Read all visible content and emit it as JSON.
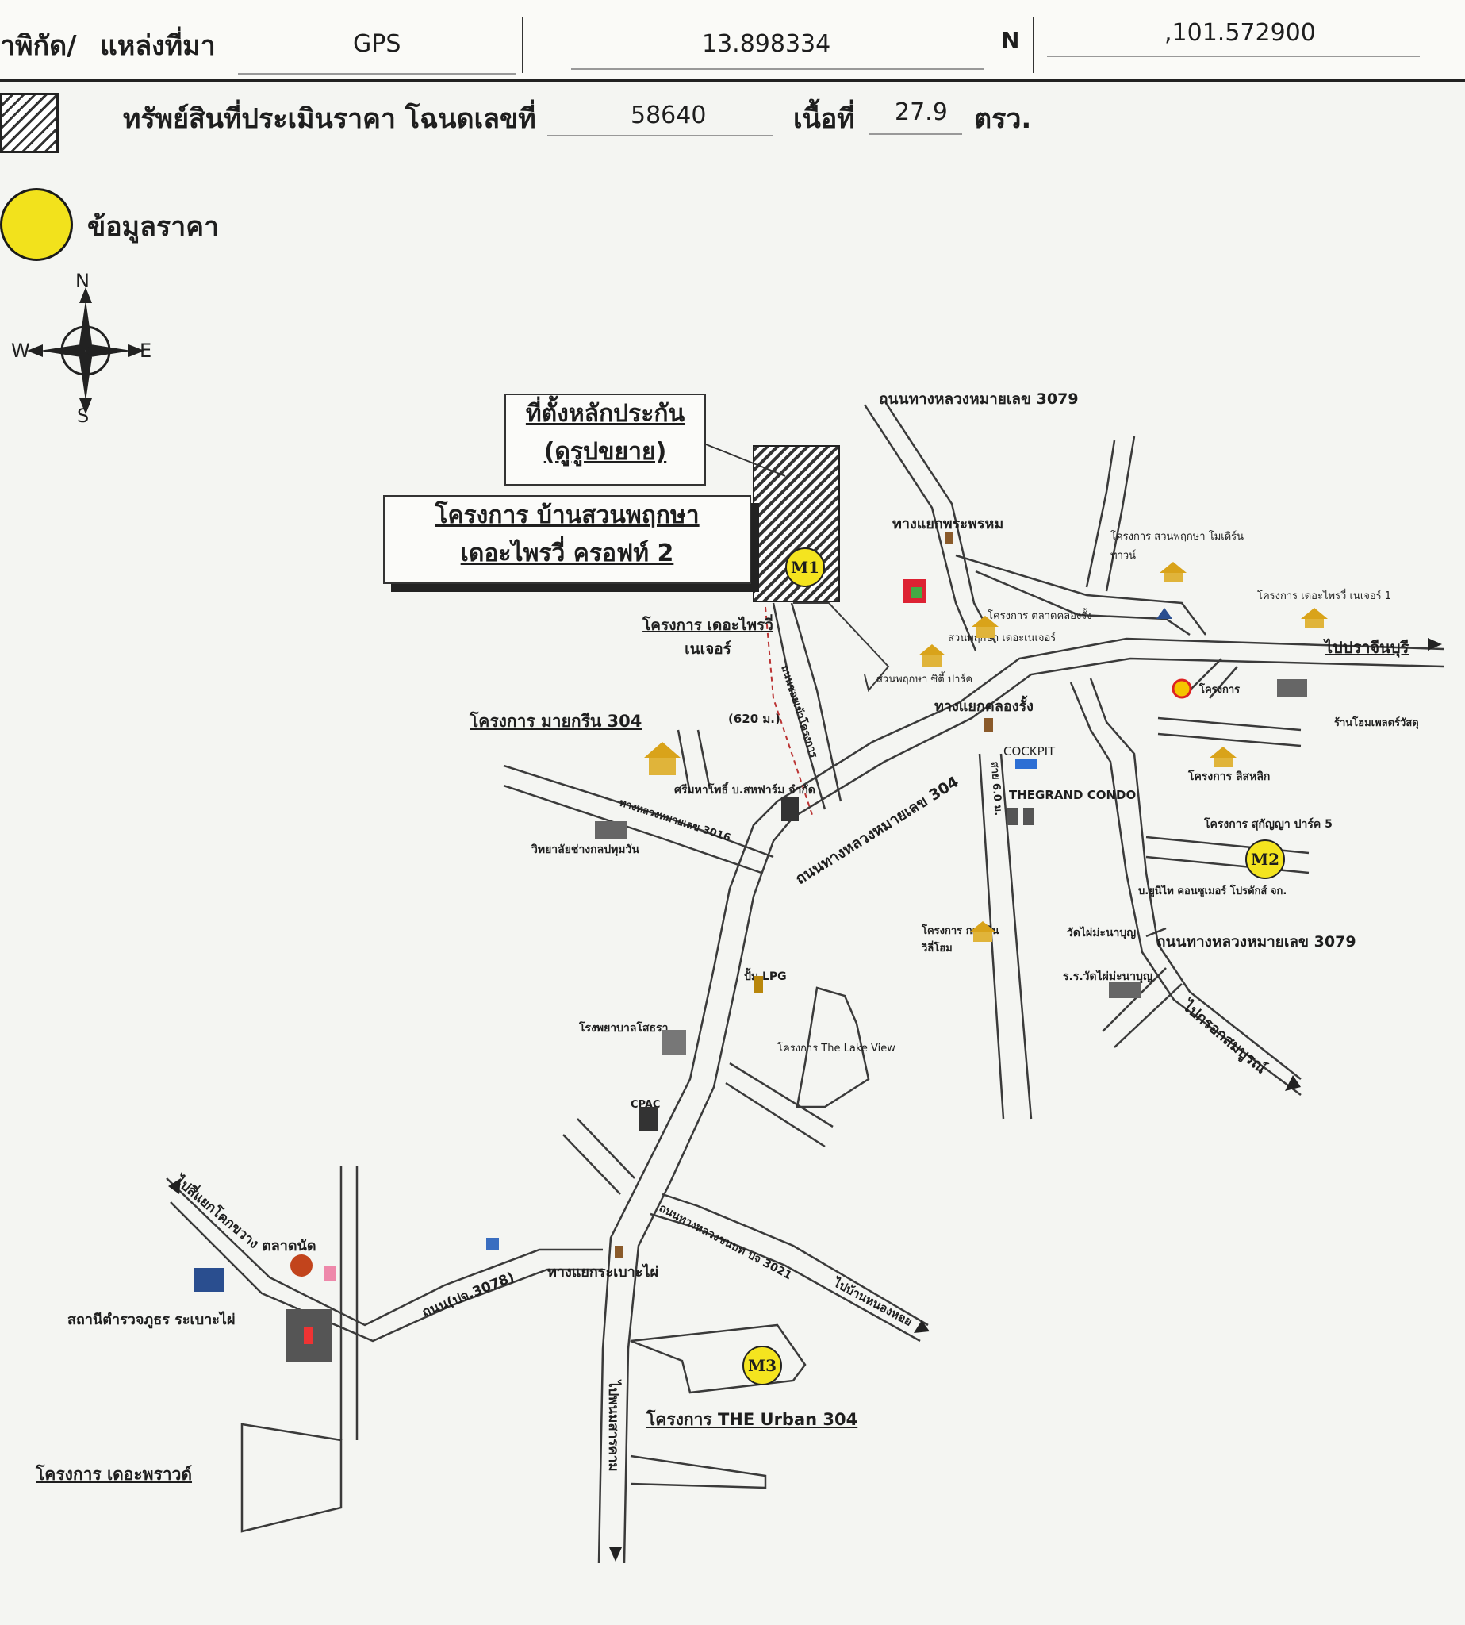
{
  "header": {
    "coord_label": "าพิกัด/",
    "source_label": "แหล่งที่มา",
    "source_value": "GPS",
    "latitude": "13.898334",
    "n_label": "N",
    "longitude": ",101.572900"
  },
  "appraisal": {
    "label": "ทรัพย์สินที่ประเมินราคา โฉนดเลขที่",
    "deed_no": "58640",
    "area_label": "เนื้อที่",
    "area_value": "27.9",
    "area_unit": "ตรว."
  },
  "legend": {
    "price_data": "ข้อมูลราคา"
  },
  "compass": {
    "n": "N",
    "s": "S",
    "e": "E",
    "w": "W"
  },
  "callouts": {
    "collateral_line1": "ที่ตั้งหลักประกัน",
    "collateral_line2": "(ดูรูปขยาย)",
    "project_line1": "โครงการ บ้านสวนพฤกษา",
    "project_line2": "เดอะไพรวี่ ครอฟท์ 2"
  },
  "markers": {
    "m1": "M1",
    "m2": "M2",
    "m3": "M3"
  },
  "roads": [
    "ถนนทางหลวงหมายเลข 3079",
    "ถนนทางหลวงหมายเลข 304",
    "ทางหลวงหมายเลข 3016",
    "ถนนทางหลวงหมายเลข 3079",
    "ถนน(ปจ.3078)",
    "ถนนทางหลวงชนบท ปจ 3021",
    "ถนนซอยเข้าโครงการ"
  ],
  "labels": {
    "intersection_prom": "ทางแยกพระพรหม",
    "intersection_khlong": "ทางแยกคลองรั้ง",
    "intersection_rabao": "ทางแยกระเบาะไผ่",
    "to_prachin": "ไปปราจีนบุรี",
    "to_rayong": "ไปกรอกสมบูรณ์",
    "to_nonghoi": "ไปบ้านหนองหอย",
    "to_north_left": "ไปสี่แยกโคกขวาง",
    "to_south": "ไปพนมสารคาม",
    "proj_diamond": "โครงการ เดอะไพรวี่ เนเจอร์",
    "proj_mygreen": "โครงการ มายกรีน 304",
    "proj_urban": "โครงการ THE Urban 304",
    "proj_proud": "โครงการ เดอะพราวด์",
    "proj_modern": "โครงการ สวนพฤกษา โมเดิร์น ทาวน์",
    "proj_privy1": "โครงการ เดอะไพรวี่ เนเจอร์ 1",
    "proj_market": "โครงการ ตลาดคลองรั้ง",
    "proj_suanpruksa": "สวนพฤกษา เดอะเนเจอร์",
    "proj_city": "สวนพฤกษา ซิตี้ ปาร์ค",
    "proj_lakeview": "โครงการ The Lake View",
    "proj_sukanya": "โครงการ สุกัญญา ปาร์ค 5",
    "proj_lisik": "โครงการ ลิสหลิก",
    "proj_kongngern": "โครงการ กองเงิน วิลี่โฮม",
    "dist": "(620 ม.)",
    "cockpit": "COCKPIT",
    "grand_condo": "THEGRAND CONDO",
    "lpg": "ปั้ม LPG",
    "cpac": "CPAC",
    "market": "ตลาดนัด",
    "police": "สถานีตำรวจภูธร ระเบาะไผ่",
    "college": "วิทยาลัยช่างกลปทุมวัน",
    "factory": "ศรีมหาโพธิ์ บ.สหฟาร์ม จำกัด",
    "hospital": "โรงพยาบาลโสธรา",
    "wat": "วัดไผ่ม่ะนาบุญ",
    "school": "ร.ร.วัดไผ่ม่ะนาบุญ",
    "shell": "โครงการ",
    "building_shop": "ร้านโฮมเพลตร์วัสดุ",
    "consumer": "บ.ยูนีไท คอนซูเมอร์ โปรดักส์ จก.",
    "dist_road": "สาย 6.0 ม."
  }
}
